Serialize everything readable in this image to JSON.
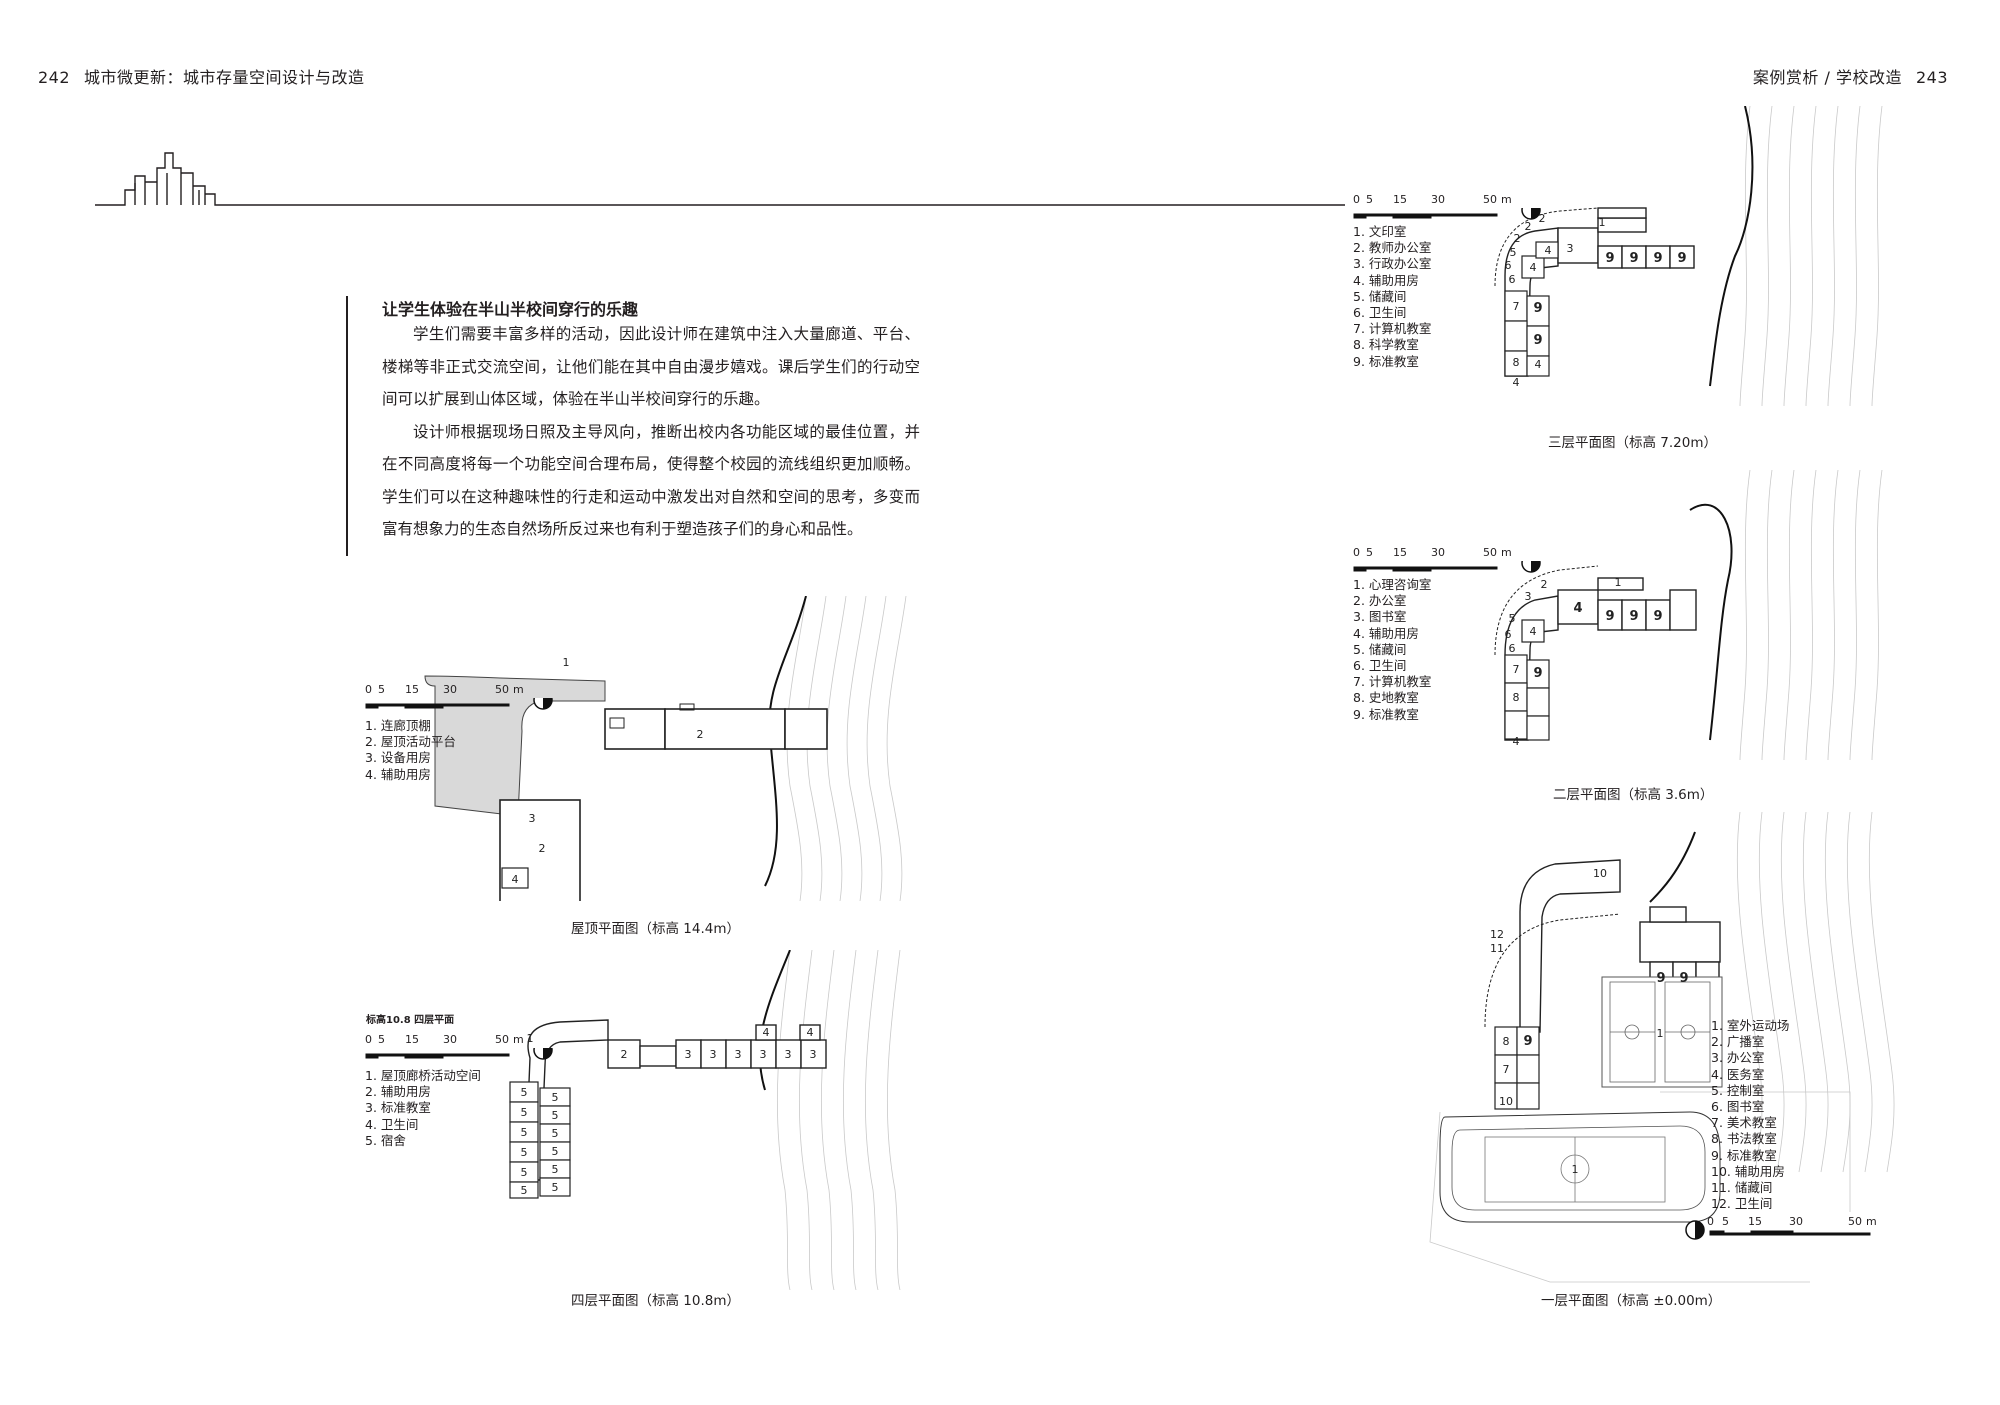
{
  "header": {
    "left_page": "242",
    "left_title": "城市微更新：城市存量空间设计与改造",
    "right_title": "案例赏析 / 学校改造",
    "right_page": "243"
  },
  "article": {
    "title": "让学生体验在半山半校间穿行的乐趣",
    "paragraphs": [
      "学生们需要丰富多样的活动，因此设计师在建筑中注入大量廊道、平台、楼梯等非正式交流空间，让他们能在其中自由漫步嬉戏。课后学生们的行动空间可以扩展到山体区域，体验在半山半校间穿行的乐趣。",
      "设计师根据现场日照及主导风向，推断出校内各功能区域的最佳位置，并在不同高度将每一个功能空间合理布局，使得整个校园的流线组织更加顺畅。学生们可以在这种趣味性的行走和运动中激发出对自然和空间的思考，多变而富有想象力的生态自然场所反过来也有利于塑造孩子们的身心和品性。"
    ]
  },
  "scale_ticks": [
    "0",
    "5",
    "15",
    "30",
    "50"
  ],
  "scale_unit": "m",
  "plans": {
    "roof": {
      "caption": "屋顶平面图（标高 14.4m）",
      "legend": [
        "1. 连廊顶棚",
        "2. 屋顶活动平台",
        "3. 设备用房",
        "4. 辅助用房"
      ],
      "room_labels": [
        "1",
        "2",
        "3",
        "2",
        "4"
      ]
    },
    "fourth": {
      "caption": "四层平面图（标高 10.8m）",
      "subtitle": "标高10.8 四层平面",
      "legend": [
        "1. 屋顶廊桥活动空间",
        "2. 辅助用房",
        "3. 标准教室",
        "4. 卫生间",
        "5. 宿舍"
      ],
      "room_labels": [
        "1",
        "2",
        "3",
        "3",
        "3",
        "3",
        "3",
        "3",
        "4",
        "4",
        "5",
        "5",
        "5",
        "5",
        "5",
        "5",
        "5",
        "5",
        "5",
        "5",
        "5",
        "5"
      ]
    },
    "third": {
      "caption": "三层平面图（标高 7.20m）",
      "legend": [
        "1. 文印室",
        "2. 教师办公室",
        "3. 行政办公室",
        "4. 辅助用房",
        "5. 储藏间",
        "6. 卫生间",
        "7. 计算机教室",
        "8. 科学教室",
        "9. 标准教室"
      ],
      "room_labels": [
        "1",
        "2",
        "2",
        "2",
        "3",
        "4",
        "4",
        "4",
        "5",
        "6",
        "6",
        "7",
        "8",
        "9",
        "9",
        "9",
        "9",
        "9",
        "9",
        "4"
      ]
    },
    "second": {
      "caption": "二层平面图（标高 3.6m）",
      "legend": [
        "1. 心理咨询室",
        "2. 办公室",
        "3. 图书室",
        "4. 辅助用房",
        "5. 储藏间",
        "6. 卫生间",
        "7. 计算机教室",
        "8. 史地教室",
        "9. 标准教室"
      ],
      "room_labels": [
        "1",
        "2",
        "3",
        "4",
        "4",
        "4",
        "5",
        "6",
        "6",
        "7",
        "8",
        "9",
        "9",
        "9",
        "9"
      ]
    },
    "first": {
      "caption": "一层平面图（标高 ±0.00m）",
      "legend": [
        "1. 室外运动场",
        "2. 广播室",
        "3. 办公室",
        "4. 医务室",
        "5. 控制室",
        "6. 图书室",
        "7. 美术教室",
        "8. 书法教室",
        "9. 标准教室",
        "10. 辅助用房",
        "11. 储藏间",
        "12. 卫生间"
      ],
      "room_labels": [
        "1",
        "1",
        "10",
        "10",
        "12",
        "11",
        "8",
        "7",
        "9",
        "9",
        "9"
      ]
    }
  }
}
